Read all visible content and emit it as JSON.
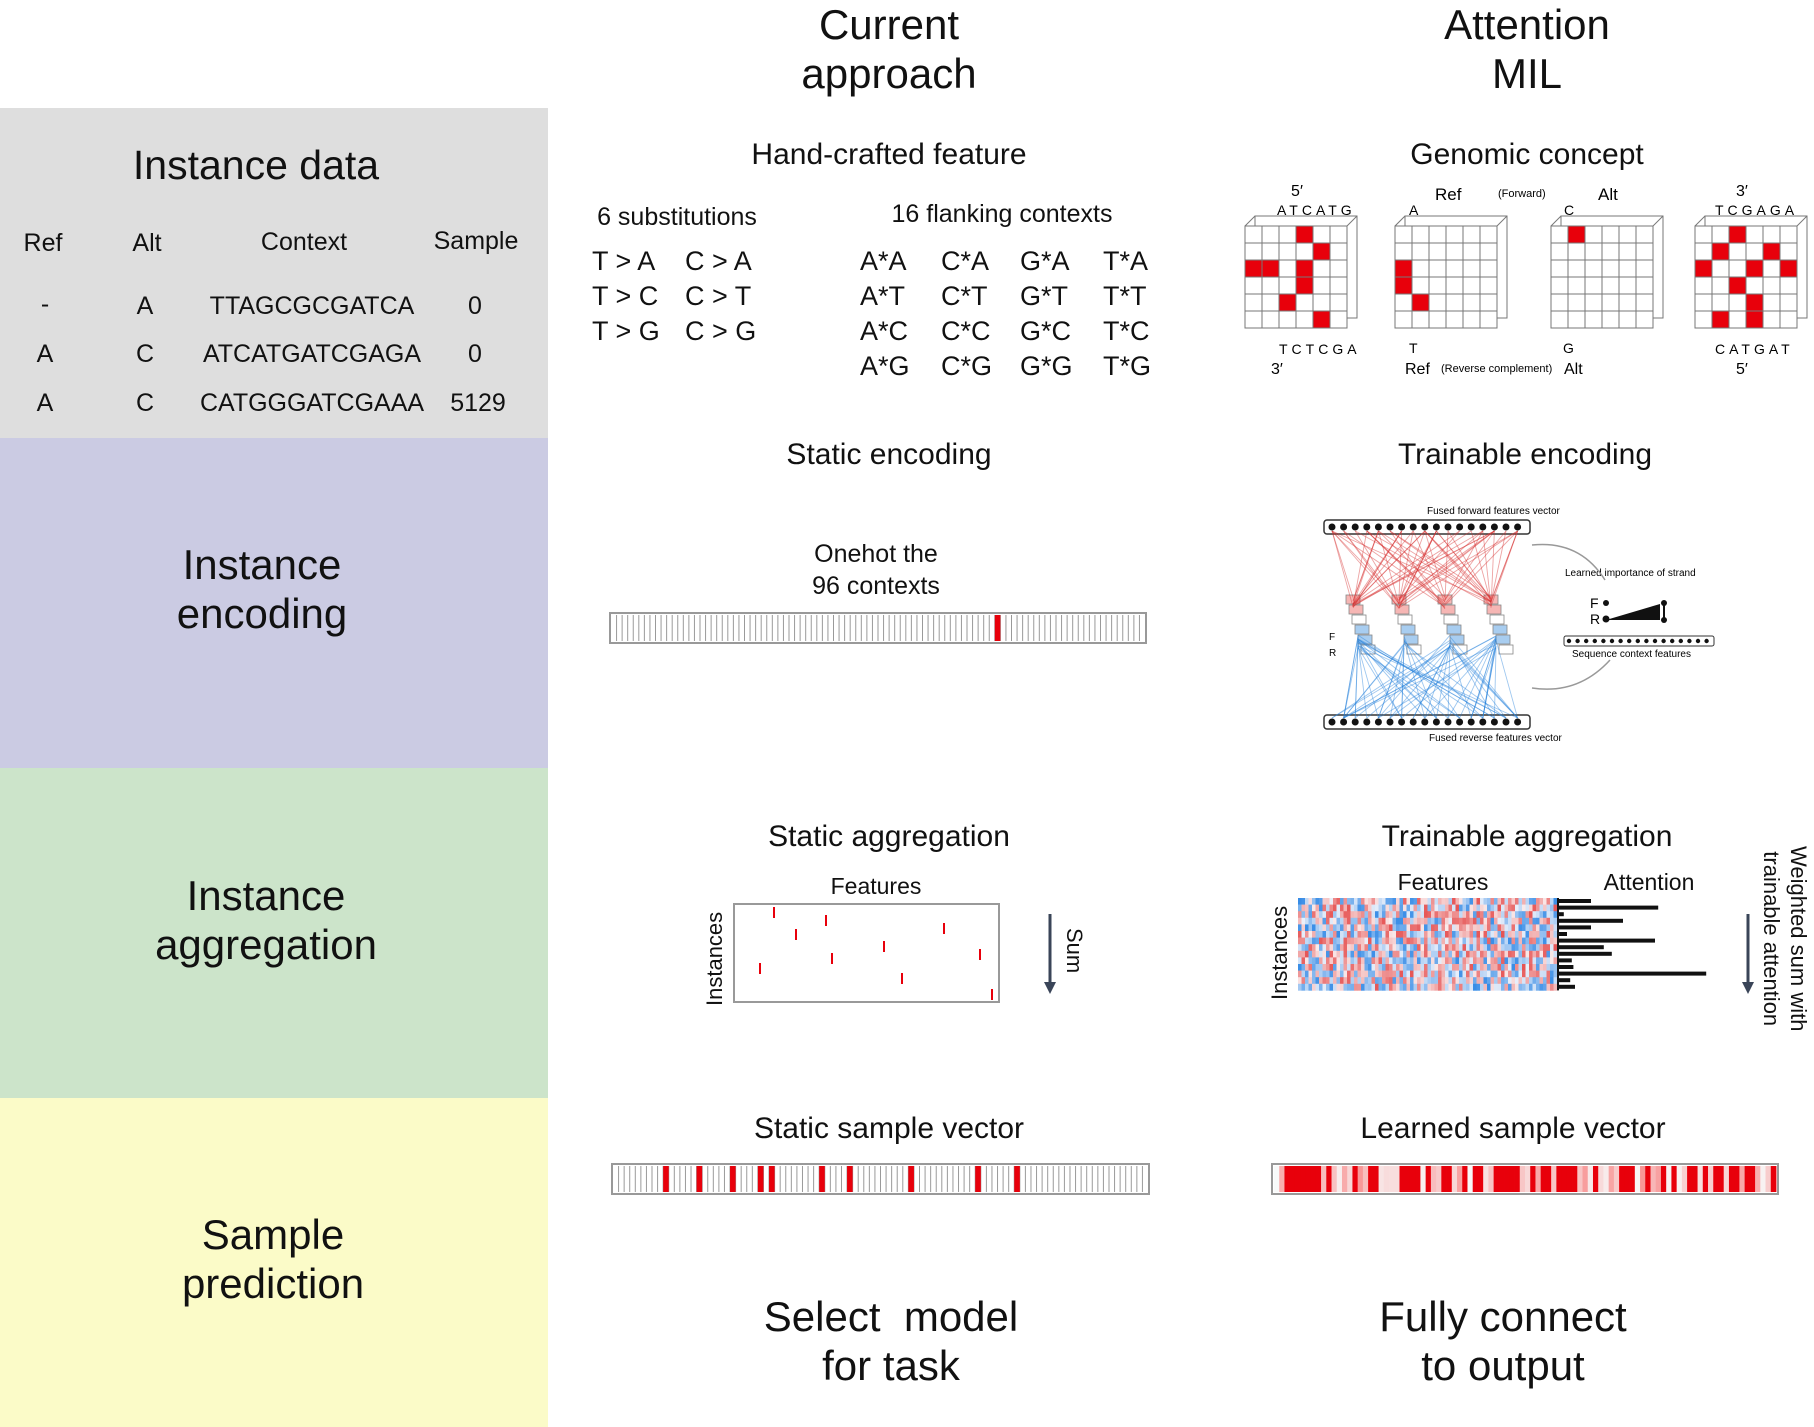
{
  "columns": {
    "current": "Current\napproach",
    "attention": "Attention\nMIL"
  },
  "rows": {
    "instance_data": "Instance data",
    "instance_encoding": "Instance\nencoding",
    "instance_aggregation": "Instance\naggregation",
    "sample_prediction": "Sample\nprediction"
  },
  "band_colors": {
    "instance_data": "#dedede",
    "instance_encoding": "#cbcbe3",
    "instance_aggregation": "#cce4ca",
    "sample_prediction": "#fbfbc8"
  },
  "table": {
    "headers": [
      "Ref",
      "Alt",
      "Context",
      "Sample"
    ],
    "rows": [
      [
        "-",
        "A",
        "TTAGCGCGATCA",
        "0"
      ],
      [
        "A",
        "C",
        "ATCATGATCGAGA",
        "0"
      ],
      [
        "A",
        "C",
        "CATGGGATCGAAA",
        "5129"
      ]
    ]
  },
  "current": {
    "feature_title": "Hand-crafted feature",
    "substitutions_title": "6 substitutions",
    "substitutions": [
      "T > A",
      "C > A",
      "T > C",
      "C > T",
      "T > G",
      "C > G"
    ],
    "flanking_title": "16 flanking contexts",
    "flanking": [
      "A*A",
      "C*A",
      "G*A",
      "T*A",
      "A*T",
      "C*T",
      "G*T",
      "T*T",
      "A*C",
      "C*C",
      "G*C",
      "T*C",
      "A*G",
      "C*G",
      "G*G",
      "T*G"
    ],
    "encoding_title": "Static encoding",
    "onehot_label": "Onehot the\n96 contexts",
    "aggregation_title": "Static aggregation",
    "features_label": "Features",
    "instances_label": "Instances",
    "sum_label": "Sum",
    "sample_vector_title": "Static sample vector",
    "prediction": "Select  model\nfor task"
  },
  "attention": {
    "concept_title": "Genomic concept",
    "five_prime": "5′",
    "three_prime": "3′",
    "seq_top_left": "ATCATG",
    "seq_bottom_left": "TCTCGA",
    "seq_top_right": "TCGAGA",
    "seq_bottom_right": "CATGAT",
    "ref_label": "Ref",
    "alt_label": "Alt",
    "forward_label": "(Forward)",
    "reverse_label": "(Reverse complement)",
    "ref_top_base": "A",
    "alt_top_base": "C",
    "ref_bottom_base": "T",
    "alt_bottom_base": "G",
    "encoding_title": "Trainable encoding",
    "fused_forward": "Fused forward features vector",
    "fused_reverse": "Fused reverse features vector",
    "learned_importance": "Learned importance of strand",
    "sequence_context": "Sequence context features",
    "f_label": "F",
    "r_label": "R",
    "aggregation_title": "Trainable aggregation",
    "features_label": "Features",
    "attention_label": "Attention",
    "instances_label": "Instances",
    "weighted_label": "Weighted sum with\ntrainable attention",
    "sample_vector_title": "Learned sample vector",
    "prediction": "Fully connect\nto output"
  },
  "colors": {
    "red": "#e8000b",
    "blue": "#2f8be0",
    "light_red": "#f6b6b4",
    "grey_line": "#888888"
  }
}
